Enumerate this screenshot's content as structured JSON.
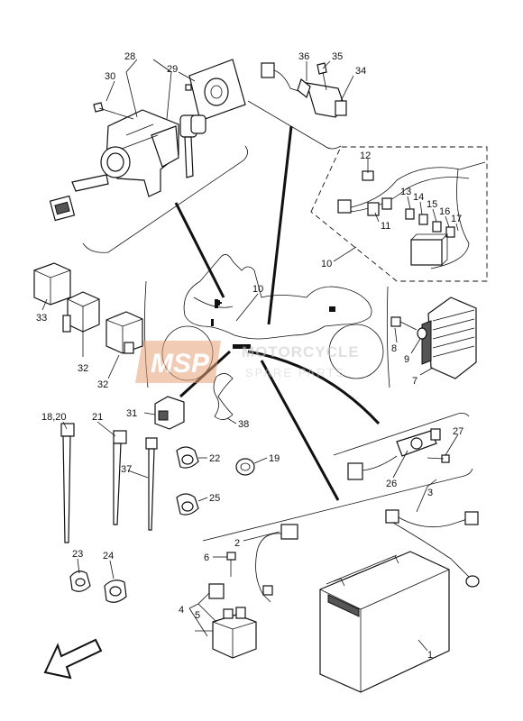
{
  "callouts": [
    {
      "id": "c1",
      "text": "1"
    },
    {
      "id": "c2",
      "text": "2"
    },
    {
      "id": "c3",
      "text": "3"
    },
    {
      "id": "c4",
      "text": "4"
    },
    {
      "id": "c5",
      "text": "5"
    },
    {
      "id": "c6",
      "text": "6"
    },
    {
      "id": "c7",
      "text": "7"
    },
    {
      "id": "c8",
      "text": "8"
    },
    {
      "id": "c9",
      "text": "9"
    },
    {
      "id": "c10a",
      "text": "10"
    },
    {
      "id": "c10b",
      "text": "10"
    },
    {
      "id": "c11",
      "text": "11"
    },
    {
      "id": "c12",
      "text": "12"
    },
    {
      "id": "c13",
      "text": "13"
    },
    {
      "id": "c14",
      "text": "14"
    },
    {
      "id": "c15",
      "text": "15"
    },
    {
      "id": "c16",
      "text": "16"
    },
    {
      "id": "c17",
      "text": "17"
    },
    {
      "id": "c1820",
      "text": "18,20"
    },
    {
      "id": "c19",
      "text": "19"
    },
    {
      "id": "c21",
      "text": "21"
    },
    {
      "id": "c22",
      "text": "22"
    },
    {
      "id": "c23",
      "text": "23"
    },
    {
      "id": "c24",
      "text": "24"
    },
    {
      "id": "c25",
      "text": "25"
    },
    {
      "id": "c26",
      "text": "26"
    },
    {
      "id": "c27",
      "text": "27"
    },
    {
      "id": "c28",
      "text": "28"
    },
    {
      "id": "c29",
      "text": "29"
    },
    {
      "id": "c30",
      "text": "30"
    },
    {
      "id": "c31",
      "text": "31"
    },
    {
      "id": "c32a",
      "text": "32"
    },
    {
      "id": "c32b",
      "text": "32"
    },
    {
      "id": "c33",
      "text": "33"
    },
    {
      "id": "c34",
      "text": "34"
    },
    {
      "id": "c35",
      "text": "35"
    },
    {
      "id": "c36",
      "text": "36"
    },
    {
      "id": "c37",
      "text": "37"
    },
    {
      "id": "c38",
      "text": "38"
    }
  ],
  "watermark": {
    "logo": "MSP",
    "line1": "MOTORCYCLE",
    "line2": "SPARE PARTS"
  },
  "colors": {
    "ink": "#111111",
    "watermark_logo": "#e9a27a",
    "watermark_text": "#c8c8c8"
  }
}
